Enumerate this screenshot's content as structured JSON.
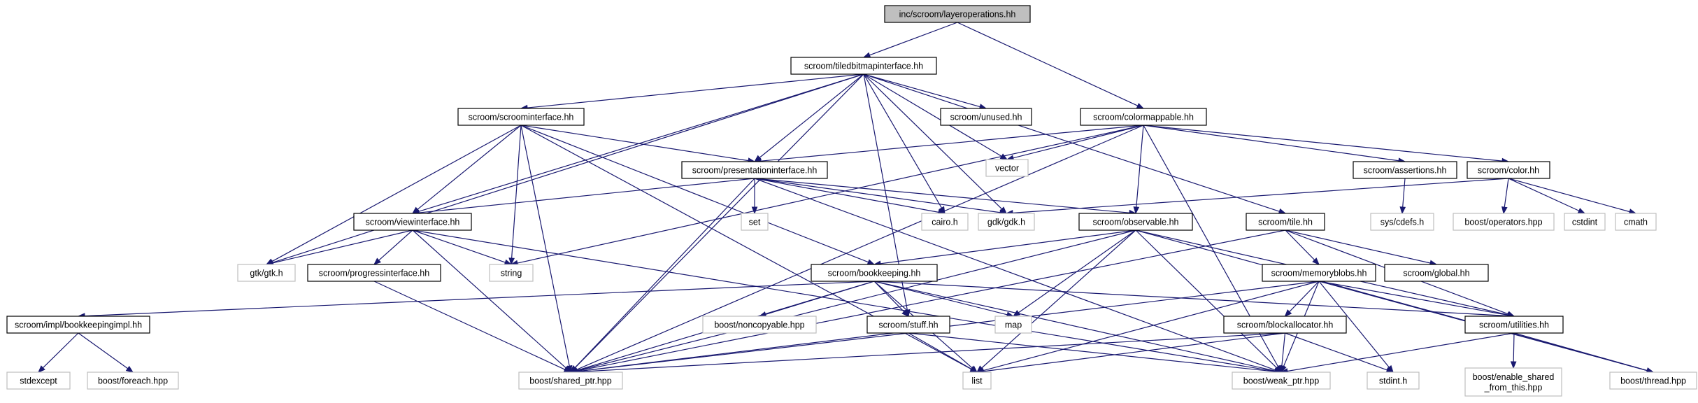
{
  "colors": {
    "edge": "#191970",
    "root_fill": "#bfbfbf",
    "root_stroke": "#000000",
    "documented_fill": "#ffffff",
    "documented_stroke": "#000000",
    "external_fill": "#ffffff",
    "external_stroke": "#bfbfbf"
  },
  "nodes": [
    {
      "id": "layerops",
      "label": "inc/scroom/layeroperations.hh",
      "kind": "root"
    },
    {
      "id": "tiledbitmap",
      "label": "scroom/tiledbitmapinterface.hh",
      "kind": "documented"
    },
    {
      "id": "scroominterface",
      "label": "scroom/scroominterface.hh",
      "kind": "documented"
    },
    {
      "id": "unused",
      "label": "scroom/unused.hh",
      "kind": "documented"
    },
    {
      "id": "colormappable",
      "label": "scroom/colormappable.hh",
      "kind": "documented"
    },
    {
      "id": "presentation",
      "label": "scroom/presentationinterface.hh",
      "kind": "documented"
    },
    {
      "id": "vector",
      "label": "vector",
      "kind": "external"
    },
    {
      "id": "assertions",
      "label": "scroom/assertions.hh",
      "kind": "documented"
    },
    {
      "id": "color",
      "label": "scroom/color.hh",
      "kind": "documented"
    },
    {
      "id": "viewinterface",
      "label": "scroom/viewinterface.hh",
      "kind": "documented"
    },
    {
      "id": "set",
      "label": "set",
      "kind": "external"
    },
    {
      "id": "cairo",
      "label": "cairo.h",
      "kind": "external"
    },
    {
      "id": "gdk",
      "label": "gdk/gdk.h",
      "kind": "external"
    },
    {
      "id": "observable",
      "label": "scroom/observable.hh",
      "kind": "documented"
    },
    {
      "id": "tile",
      "label": "scroom/tile.hh",
      "kind": "documented"
    },
    {
      "id": "syscdefs",
      "label": "sys/cdefs.h",
      "kind": "external"
    },
    {
      "id": "boostops",
      "label": "boost/operators.hpp",
      "kind": "external"
    },
    {
      "id": "cstdint",
      "label": "cstdint",
      "kind": "external"
    },
    {
      "id": "cmath",
      "label": "cmath",
      "kind": "external"
    },
    {
      "id": "gtk",
      "label": "gtk/gtk.h",
      "kind": "external"
    },
    {
      "id": "progress",
      "label": "scroom/progressinterface.hh",
      "kind": "documented"
    },
    {
      "id": "string",
      "label": "string",
      "kind": "external"
    },
    {
      "id": "bookkeeping",
      "label": "scroom/bookkeeping.hh",
      "kind": "documented"
    },
    {
      "id": "memoryblobs",
      "label": "scroom/memoryblobs.hh",
      "kind": "documented"
    },
    {
      "id": "global",
      "label": "scroom/global.hh",
      "kind": "documented"
    },
    {
      "id": "bkimpl",
      "label": "scroom/impl/bookkeepingimpl.hh",
      "kind": "documented"
    },
    {
      "id": "noncopyable",
      "label": "boost/noncopyable.hpp",
      "kind": "external"
    },
    {
      "id": "stuff",
      "label": "scroom/stuff.hh",
      "kind": "documented"
    },
    {
      "id": "map",
      "label": "map",
      "kind": "external"
    },
    {
      "id": "blockalloc",
      "label": "scroom/blockallocator.hh",
      "kind": "documented"
    },
    {
      "id": "utilities",
      "label": "scroom/utilities.hh",
      "kind": "documented"
    },
    {
      "id": "stdexcept",
      "label": "stdexcept",
      "kind": "external"
    },
    {
      "id": "foreach",
      "label": "boost/foreach.hpp",
      "kind": "external"
    },
    {
      "id": "sharedptr",
      "label": "boost/shared_ptr.hpp",
      "kind": "external"
    },
    {
      "id": "list",
      "label": "list",
      "kind": "external"
    },
    {
      "id": "weakptr",
      "label": "boost/weak_ptr.hpp",
      "kind": "external"
    },
    {
      "id": "stdint",
      "label": "stdint.h",
      "kind": "external"
    },
    {
      "id": "enableshared",
      "label": "boost/enable_shared\n_from_this.hpp",
      "kind": "external"
    },
    {
      "id": "thread",
      "label": "boost/thread.hpp",
      "kind": "external"
    }
  ],
  "edges": [
    [
      "layerops",
      "tiledbitmap"
    ],
    [
      "layerops",
      "colormappable"
    ],
    [
      "tiledbitmap",
      "scroominterface"
    ],
    [
      "tiledbitmap",
      "unused"
    ],
    [
      "tiledbitmap",
      "presentation"
    ],
    [
      "tiledbitmap",
      "vector"
    ],
    [
      "tiledbitmap",
      "viewinterface"
    ],
    [
      "tiledbitmap",
      "cairo"
    ],
    [
      "tiledbitmap",
      "gdk"
    ],
    [
      "tiledbitmap",
      "tile"
    ],
    [
      "tiledbitmap",
      "gtk"
    ],
    [
      "tiledbitmap",
      "stuff"
    ],
    [
      "tiledbitmap",
      "sharedptr"
    ],
    [
      "scroominterface",
      "presentation"
    ],
    [
      "scroominterface",
      "viewinterface"
    ],
    [
      "scroominterface",
      "gtk"
    ],
    [
      "scroominterface",
      "string"
    ],
    [
      "scroominterface",
      "bookkeeping"
    ],
    [
      "scroominterface",
      "list"
    ],
    [
      "scroominterface",
      "sharedptr"
    ],
    [
      "colormappable",
      "presentation"
    ],
    [
      "colormappable",
      "vector"
    ],
    [
      "colormappable",
      "assertions"
    ],
    [
      "colormappable",
      "color"
    ],
    [
      "colormappable",
      "observable"
    ],
    [
      "colormappable",
      "string"
    ],
    [
      "colormappable",
      "sharedptr"
    ],
    [
      "colormappable",
      "weakptr"
    ],
    [
      "presentation",
      "viewinterface"
    ],
    [
      "presentation",
      "set"
    ],
    [
      "presentation",
      "cairo"
    ],
    [
      "presentation",
      "gdk"
    ],
    [
      "presentation",
      "observable"
    ],
    [
      "presentation",
      "sharedptr"
    ],
    [
      "presentation",
      "weakptr"
    ],
    [
      "assertions",
      "syscdefs"
    ],
    [
      "color",
      "boostops"
    ],
    [
      "color",
      "cstdint"
    ],
    [
      "color",
      "cmath"
    ],
    [
      "color",
      "gdk"
    ],
    [
      "viewinterface",
      "gtk"
    ],
    [
      "viewinterface",
      "progress"
    ],
    [
      "viewinterface",
      "string"
    ],
    [
      "viewinterface",
      "sharedptr"
    ],
    [
      "viewinterface",
      "weakptr"
    ],
    [
      "observable",
      "bookkeeping"
    ],
    [
      "observable",
      "map"
    ],
    [
      "observable",
      "list"
    ],
    [
      "observable",
      "sharedptr"
    ],
    [
      "observable",
      "weakptr"
    ],
    [
      "observable",
      "utilities"
    ],
    [
      "observable",
      "thread"
    ],
    [
      "tile",
      "memoryblobs"
    ],
    [
      "tile",
      "global"
    ],
    [
      "tile",
      "sharedptr"
    ],
    [
      "tile",
      "utilities"
    ],
    [
      "progress",
      "sharedptr"
    ],
    [
      "bookkeeping",
      "bkimpl"
    ],
    [
      "bookkeeping",
      "noncopyable"
    ],
    [
      "bookkeeping",
      "stuff"
    ],
    [
      "bookkeeping",
      "map"
    ],
    [
      "bookkeeping",
      "list"
    ],
    [
      "bookkeeping",
      "sharedptr"
    ],
    [
      "bookkeeping",
      "weakptr"
    ],
    [
      "bookkeeping",
      "utilities"
    ],
    [
      "memoryblobs",
      "blockalloc"
    ],
    [
      "memoryblobs",
      "utilities"
    ],
    [
      "memoryblobs",
      "list"
    ],
    [
      "memoryblobs",
      "sharedptr"
    ],
    [
      "memoryblobs",
      "weakptr"
    ],
    [
      "memoryblobs",
      "stdint"
    ],
    [
      "memoryblobs",
      "thread"
    ],
    [
      "bkimpl",
      "stdexcept"
    ],
    [
      "bkimpl",
      "foreach"
    ],
    [
      "stuff",
      "list"
    ],
    [
      "stuff",
      "sharedptr"
    ],
    [
      "stuff",
      "weakptr"
    ],
    [
      "blockalloc",
      "list"
    ],
    [
      "blockalloc",
      "sharedptr"
    ],
    [
      "blockalloc",
      "weakptr"
    ],
    [
      "blockalloc",
      "stdint"
    ],
    [
      "utilities",
      "enableshared"
    ],
    [
      "utilities",
      "thread"
    ],
    [
      "utilities",
      "weakptr"
    ]
  ]
}
